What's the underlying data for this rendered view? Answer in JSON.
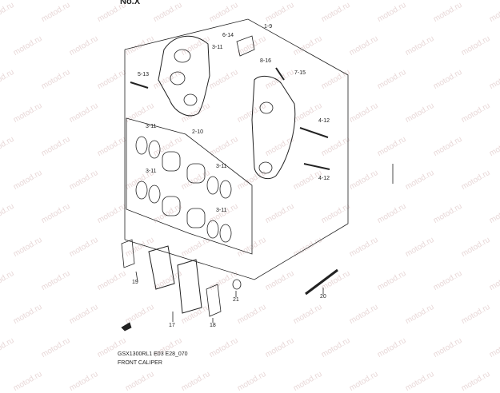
{
  "diagram": {
    "corner_text": "No.X",
    "watermark": "motod.ru",
    "labels": {
      "l1_9": "1-9",
      "l6_14": "6-14",
      "l3_11_top": "3-11",
      "l5_13": "5-13",
      "l8_16": "8-16",
      "l7_15": "7-15",
      "l4_12_a": "4-12",
      "l4_12_b": "4-12",
      "l3_11_a": "3-11",
      "l2_10": "2-10",
      "l3_11_b": "3-11",
      "l3_11_c": "3-11",
      "l3_11_d": "3-11",
      "l19": "19",
      "l17": "17",
      "l18": "18",
      "l21": "21",
      "l20": "20"
    },
    "footer_code": "GSX1300RL1 E03 E28_070",
    "footer_title": "FRONT CALIPER"
  }
}
